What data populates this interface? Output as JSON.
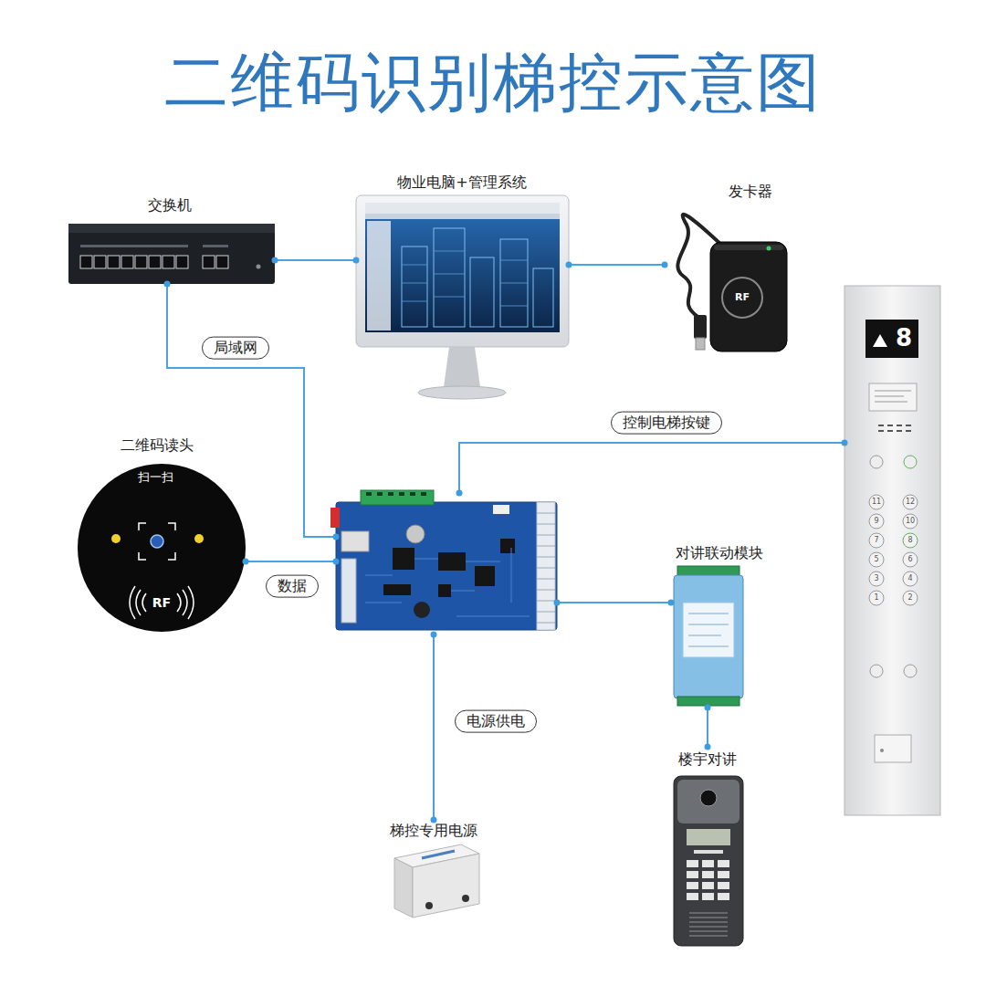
{
  "diagram": {
    "title": "二维码识别梯控示意图",
    "nodes": [
      {
        "text": [
          "交换机"
        ]
      },
      {
        "text": [
          "物业电脑+管理系统"
        ]
      },
      {
        "text": [
          "发卡器",
          "RF"
        ]
      },
      {
        "text": [
          "8"
        ]
      },
      {
        "text": [
          "二维码读头",
          "扫一扫",
          "RF"
        ]
      },
      {
        "text": []
      },
      {
        "text": [
          "对讲联动模块"
        ]
      },
      {
        "text": [
          "梯控专用电源"
        ]
      },
      {
        "text": [
          "楼宇对讲"
        ]
      }
    ],
    "edges": [
      {
        "from": 0,
        "to": 1,
        "arrow": "none"
      },
      {
        "from": 1,
        "to": 2,
        "arrow": "none"
      },
      {
        "from": 0,
        "to": 5,
        "label": "局域网",
        "arrow": "none"
      },
      {
        "from": 4,
        "to": 5,
        "label": "数据",
        "arrow": "none"
      },
      {
        "from": 5,
        "to": 3,
        "label": "控制电梯按键",
        "arrow": "none"
      },
      {
        "from": 5,
        "to": 6,
        "arrow": "none"
      },
      {
        "from": 5,
        "to": 7,
        "label": "电源供电",
        "arrow": "none"
      },
      {
        "from": 6,
        "to": 8,
        "arrow": "none"
      }
    ],
    "labels": [
      "11",
      "12",
      "9",
      "10",
      "7",
      "8",
      "5",
      "6",
      "3",
      "4",
      "1",
      "2"
    ]
  }
}
